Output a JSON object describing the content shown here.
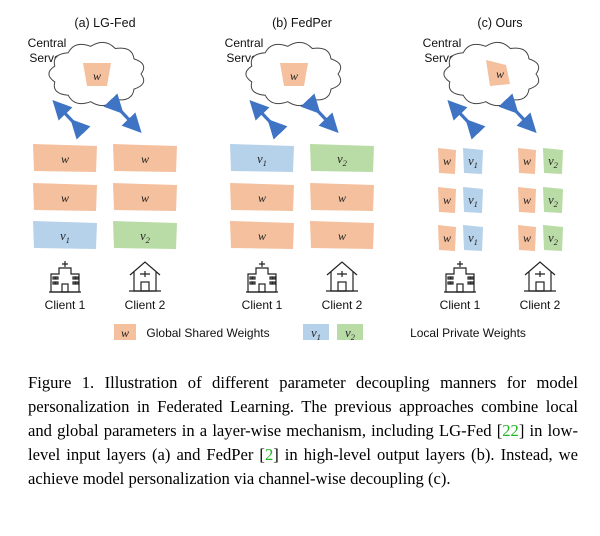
{
  "figure": {
    "panels": [
      {
        "title": "(a) LG-Fed",
        "server_label": [
          "Central",
          "Server"
        ],
        "server_weight": "w",
        "clients": [
          {
            "layers": [
              "w",
              "w",
              "v1"
            ],
            "label": "Client 1"
          },
          {
            "layers": [
              "w",
              "w",
              "v2"
            ],
            "label": "Client 2"
          }
        ]
      },
      {
        "title": "(b) FedPer",
        "server_label": [
          "Central",
          "Server"
        ],
        "server_weight": "w",
        "clients": [
          {
            "layers": [
              "v1",
              "w",
              "w"
            ],
            "label": "Client 1"
          },
          {
            "layers": [
              "v2",
              "w",
              "w"
            ],
            "label": "Client 2"
          }
        ]
      },
      {
        "title": "(c) Ours",
        "server_label": [
          "Central",
          "Server"
        ],
        "server_weight": "w",
        "clients": [
          {
            "split": true,
            "left": [
              "w",
              "w",
              "w"
            ],
            "right": [
              "v1",
              "v1",
              "v1"
            ],
            "label": "Client 1"
          },
          {
            "split": true,
            "left": [
              "w",
              "w",
              "w"
            ],
            "right": [
              "v2",
              "v2",
              "v2"
            ],
            "label": "Client 2"
          }
        ]
      }
    ],
    "legend": {
      "global_symbol": "w",
      "global_label": "Global Shared Weights",
      "local_symbols": [
        "v1",
        "v2"
      ],
      "local_label": "Local Private Weights"
    },
    "colors": {
      "global": "#f4c09e",
      "local_1": "#b6d1ea",
      "local_2": "#b9dba6",
      "arrow": "#3f73c4"
    }
  },
  "caption": {
    "part1": "Figure 1. Illustration of different parameter decoupling manners for model personalization in Federated Learning. The previous approaches combine local and global parameters in a layer-wise mechanism, including LG-Fed [",
    "cite1": "22",
    "part2": "] in low-level input layers (a) and FedPer [",
    "cite2": "2",
    "part3": "] in high-level output layers (b). Instead, we achieve model personalization via channel-wise decoupling (c)."
  }
}
